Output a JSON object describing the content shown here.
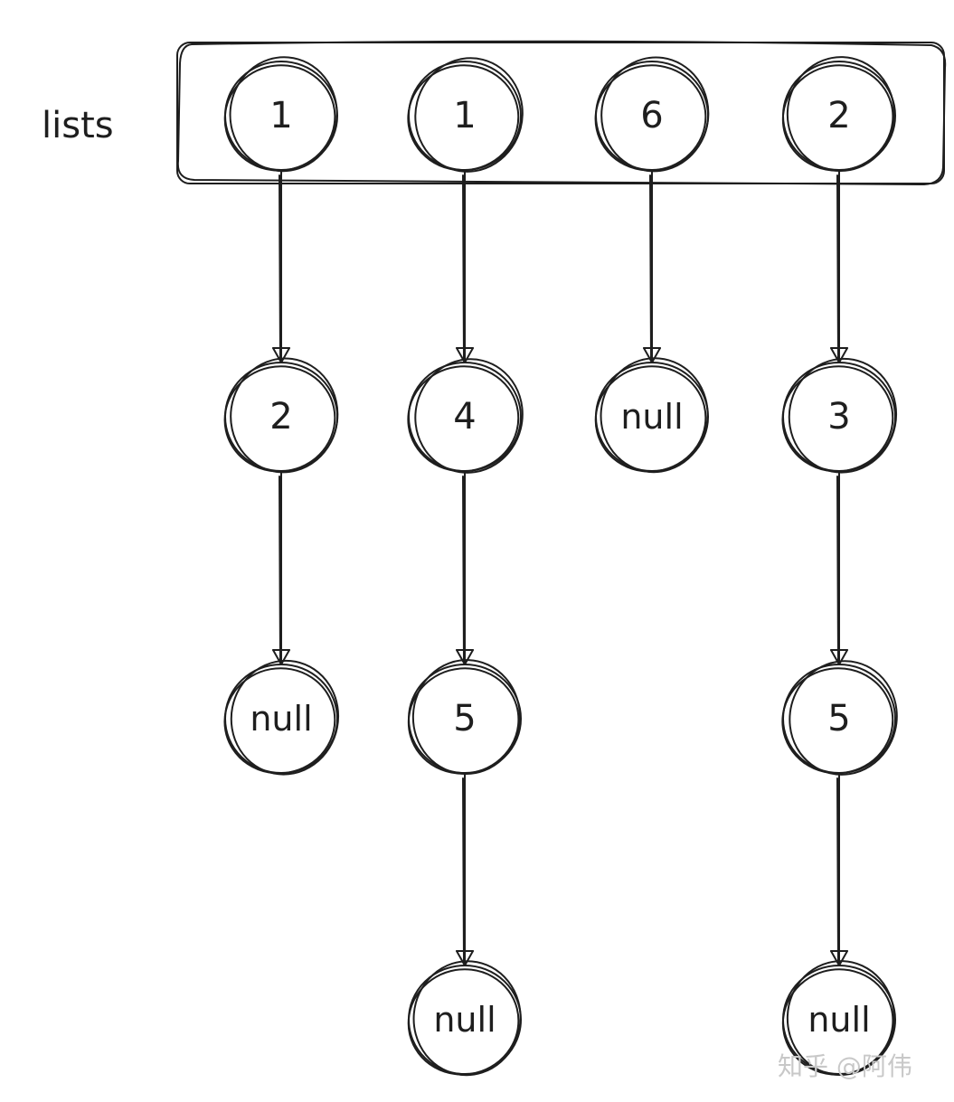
{
  "lists_label": "lists",
  "watermark": "知乎 @阿伟",
  "lists": [
    {
      "head": "1",
      "chain": [
        "2",
        "null"
      ]
    },
    {
      "head": "1",
      "chain": [
        "4",
        "5",
        "null"
      ]
    },
    {
      "head": "6",
      "chain": [
        "null"
      ]
    },
    {
      "head": "2",
      "chain": [
        "3",
        "5",
        "null"
      ]
    }
  ]
}
